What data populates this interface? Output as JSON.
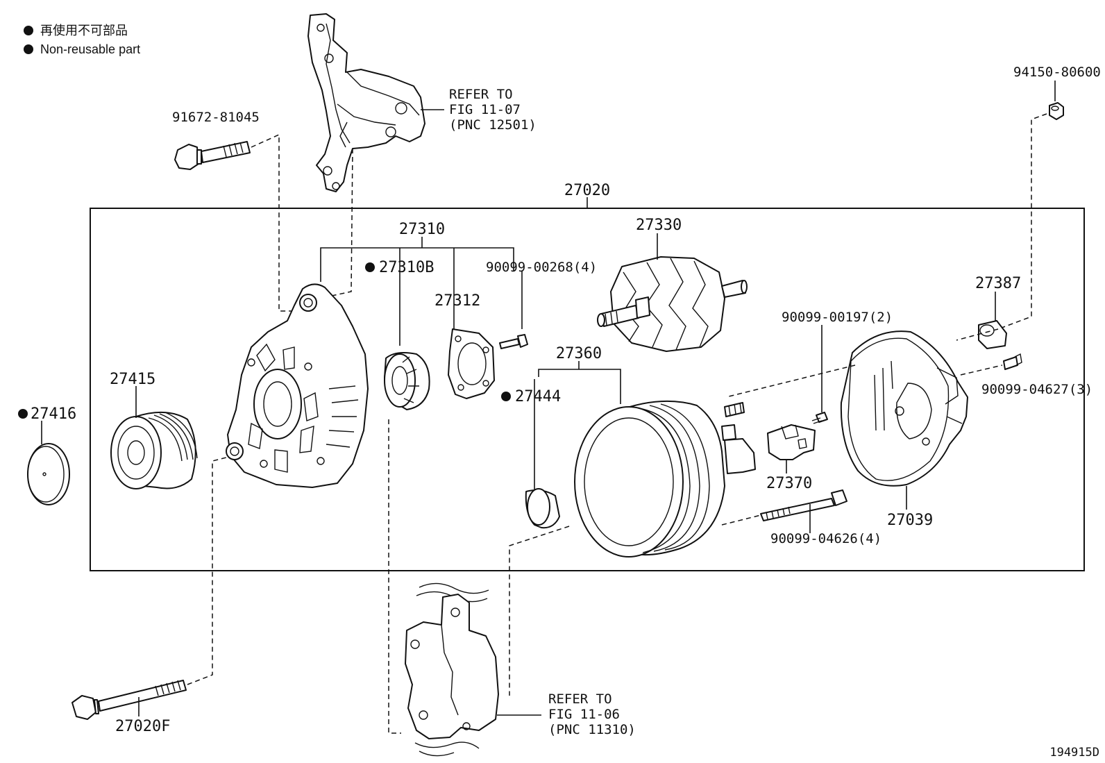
{
  "legend": {
    "line_jp": "再使用不可部品",
    "line_en": "Non-reusable part"
  },
  "assembly_label": "27020",
  "callouts": {
    "bolt_top": "91672-81045",
    "nut_top_right": "94150-80600",
    "ref_top_1": "REFER TO",
    "ref_top_2": "FIG 11-07",
    "ref_top_3": "(PNC 12501)",
    "frame_group": "27310",
    "bearing": "27310B",
    "retainer_screw": "90099-00268(4)",
    "retainer": "27312",
    "rotor": "27330",
    "cover_insulator": "27387",
    "brush_screw": "90099-00197(2)",
    "rear_screw": "90099-04627(3)",
    "pulley": "27415",
    "pulley_cap": "27416",
    "collar": "27444",
    "rear_frame": "27360",
    "brush_holder": "27370",
    "rear_cover": "27039",
    "through_bolt": "90099-04626(4)",
    "bolt_bottom": "27020F",
    "ref_bottom_1": "REFER TO",
    "ref_bottom_2": "FIG 11-06",
    "ref_bottom_3": "(PNC 11310)",
    "figure_code": "194915D"
  },
  "colors": {
    "line": "#111111",
    "background": "#ffffff"
  }
}
